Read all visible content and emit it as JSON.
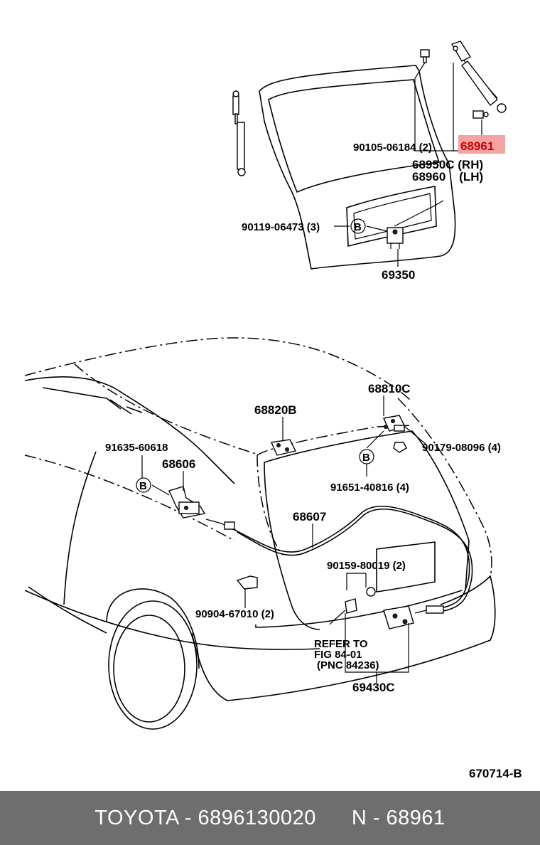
{
  "diagram": {
    "highlight_part": "68961",
    "labels": {
      "bolt_upper": "90105-06184 (2)",
      "damper_rh": "68950C (RH)",
      "damper_lh": "68960    (LH)",
      "screw_b_upper": "90119-06473 (3)",
      "marker_b": "B",
      "lock_upper": "69350",
      "hinge_right": "68810C",
      "hinge_left": "68820B",
      "clip_left": "91635-60618",
      "lever": "68606",
      "nut_right": "90179-08096 (4)",
      "bolt_mid": "91651-40816 (4)",
      "cable": "68607",
      "bolt_lower": "90159-80019 (2)",
      "clamp": "90904-67010 (2)",
      "refer_1": "REFER TO",
      "refer_2": "FIG 84-01",
      "refer_3": "(PNC 84236)",
      "latch": "69430C",
      "figure_code": "670714-B"
    }
  },
  "footer": {
    "brand_part": "TOYOTA - 6896130020",
    "part_ref": "N - 68961"
  }
}
